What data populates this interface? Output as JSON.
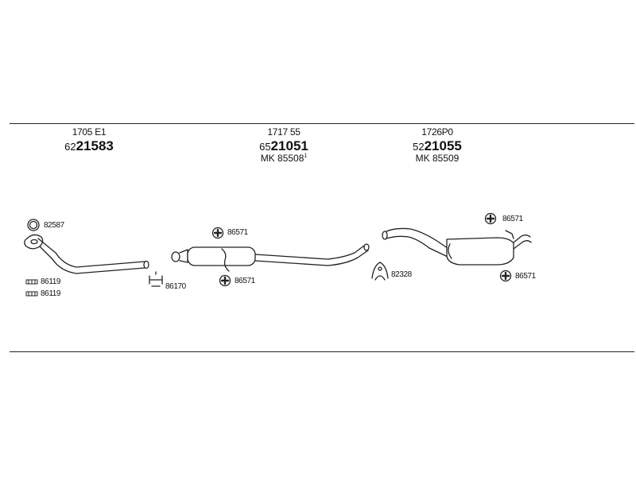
{
  "headers": [
    {
      "ref": "1705 E1",
      "prefix": "62",
      "number": "21583",
      "mk": ""
    },
    {
      "ref": "1717 55",
      "prefix": "65",
      "number": "21051",
      "mk": "MK  85508",
      "mk_sup": "1"
    },
    {
      "ref": "1726P0",
      "prefix": "52",
      "number": "21055",
      "mk": "MK  85509"
    }
  ],
  "labels": {
    "ring": "82587",
    "clamp1": "86119",
    "clamp2": "86119",
    "bracket": "86170",
    "mount_mid_top": "86571",
    "mount_mid_bottom": "86571",
    "hanger": "82328",
    "mount_rear_top": "86571",
    "mount_rear_bottom": "86571"
  }
}
